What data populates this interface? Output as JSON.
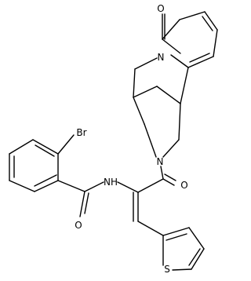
{
  "molecule": {
    "atoms": {
      "o_ketone": "O",
      "n_bridge": "N",
      "n_amine": "N",
      "o_amide": "O",
      "br": "Br",
      "nh_amide": "NH",
      "o_benzamide": "O",
      "s_thiophene": "S"
    },
    "colors": {
      "bond": "#000000",
      "label": "#000000",
      "background": "#ffffff"
    }
  }
}
